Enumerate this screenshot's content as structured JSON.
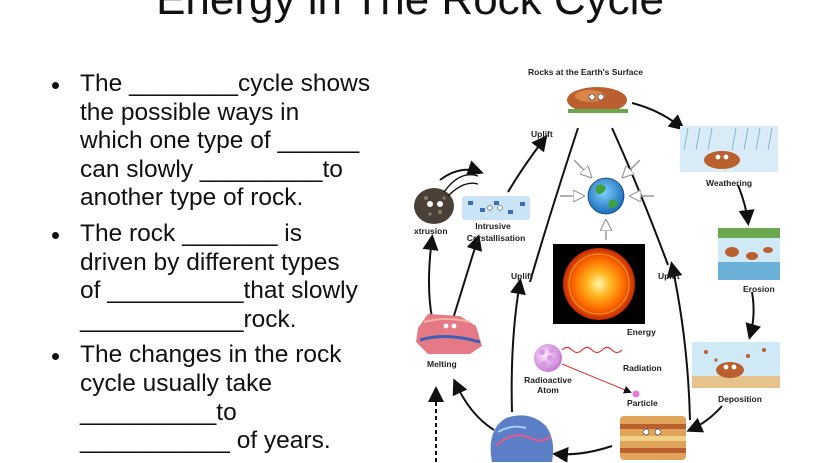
{
  "slide": {
    "title": "Energy in The Rock Cycle",
    "bullets": [
      {
        "lines": [
          "The ________cycle shows",
          "the possible ways in",
          "which one type of ______",
          "can slowly _________to",
          "another type of rock."
        ]
      },
      {
        "lines": [
          "The rock _______ is",
          "driven by different types",
          "of __________that slowly",
          "____________rock."
        ]
      },
      {
        "lines": [
          "The changes in the rock",
          "cycle usually take",
          "__________to",
          "___________ of years."
        ]
      }
    ]
  },
  "diagram": {
    "top_label": "Rocks at the Earth's Surface",
    "weathering": "Weathering",
    "erosion": "Erosion",
    "deposition": "Deposition",
    "melting": "Melting",
    "extrusion": "xtrusion",
    "intrusive_1": "Intrusive",
    "intrusive_2": "Crystallisation",
    "uplift_top": "Uplift",
    "uplift_left": "Uplift",
    "uplift_right": "Uplift",
    "energy": "Energy",
    "radiation": "Radiation",
    "particle": "Particle",
    "radioactive_1": "Radioactive",
    "radioactive_2": "Atom"
  }
}
